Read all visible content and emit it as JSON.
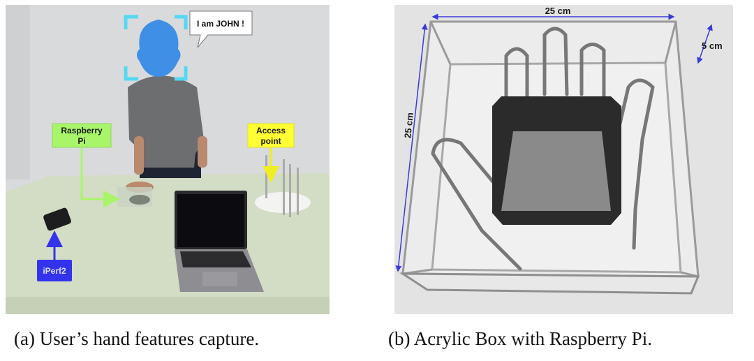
{
  "panel_a": {
    "speech": "I am JOHN !",
    "raspberry_label_line1": "Raspberry",
    "raspberry_label_line2": "Pi",
    "access_label_line1": "Access",
    "access_label_line2": "point",
    "iperf_label": "iPerf2",
    "caption": "(a) User’s hand features capture.",
    "colors": {
      "raspberry": "#a8f56a",
      "access": "#ffff33",
      "iperf": "#3333ee",
      "face": "#3f8fe6",
      "bracket": "#55d8f2"
    }
  },
  "panel_b": {
    "width_label": "25 cm",
    "depth_label": "25 cm",
    "height_label": "5 cm",
    "caption": "(b) Acrylic Box with Raspberry Pi.",
    "colors": {
      "dimension_arrow": "#3a3ad8"
    }
  }
}
